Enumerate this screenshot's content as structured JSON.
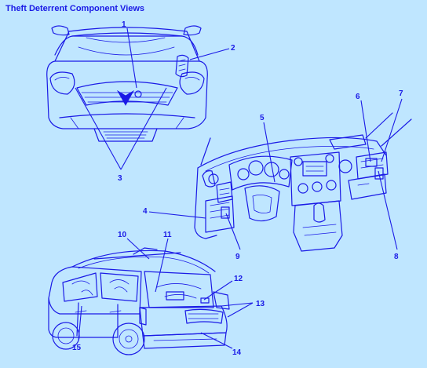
{
  "title": "Theft Deterrent Component Views",
  "callouts": [
    "1",
    "2",
    "3",
    "4",
    "5",
    "6",
    "7",
    "8",
    "9",
    "10",
    "11",
    "12",
    "13",
    "14",
    "15"
  ],
  "colors": {
    "background": "#bfe6ff",
    "ink": "#1a1ae6"
  }
}
